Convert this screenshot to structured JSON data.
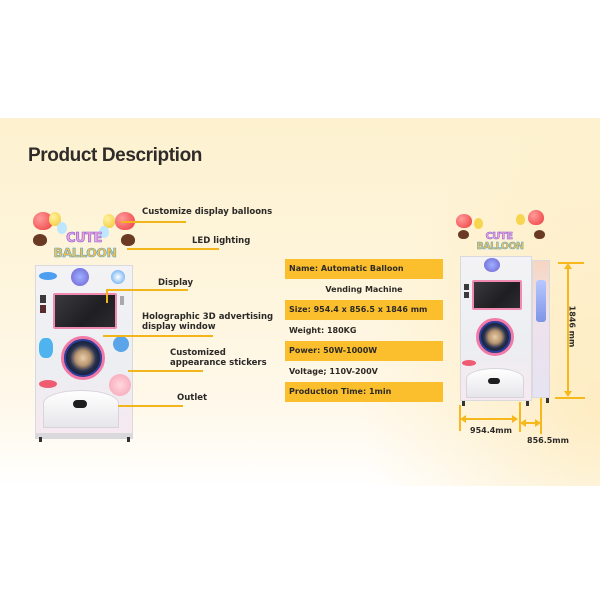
{
  "page": {
    "title": "Product Description"
  },
  "callouts": [
    {
      "label": "Customize display balloons"
    },
    {
      "label": "LED lighting"
    },
    {
      "label": "Display"
    },
    {
      "label": "Holographic 3D advertising display window"
    },
    {
      "label": "Customized appearance stickers"
    },
    {
      "label": "Outlet"
    }
  ],
  "machine": {
    "logo_line1": "CUTE",
    "logo_line2": "BALLOON"
  },
  "specs": [
    {
      "text": "Name: Automatic Balloon",
      "highlight": true
    },
    {
      "text": "Vending Machine",
      "highlight": false
    },
    {
      "text": "Size: 954.4 x 856.5 x 1846 mm",
      "highlight": true
    },
    {
      "text": "Weight: 180KG",
      "highlight": false
    },
    {
      "text": "Power: 50W-1000W",
      "highlight": true
    },
    {
      "text": "Voltage; 110V-200V",
      "highlight": false
    },
    {
      "text": "Production Time: 1min",
      "highlight": true
    }
  ],
  "dimensions": {
    "height": "1846 mm",
    "width": "954.4mm",
    "depth": "856.5mm"
  },
  "colors": {
    "accent_yellow": "#fbbf2e",
    "title_text": "#2e2b28",
    "band_bg": "#fdf1cf",
    "screen_frame_pink": "#f08ab0"
  }
}
